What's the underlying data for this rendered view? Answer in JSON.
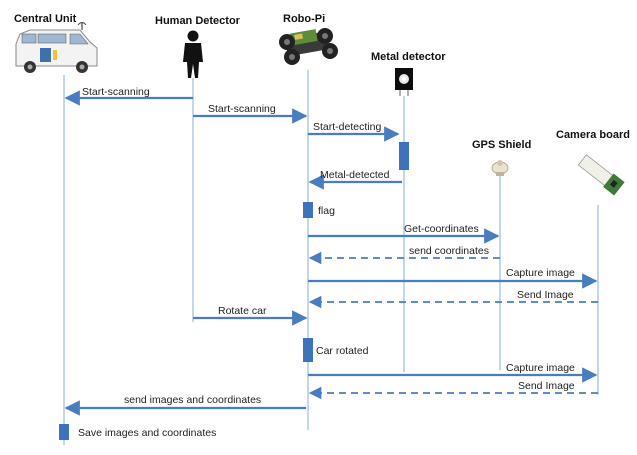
{
  "diagram": {
    "actors": [
      {
        "id": "central",
        "label": "Central Unit",
        "icon": "van-icon"
      },
      {
        "id": "human",
        "label": "Human Detector",
        "icon": "person-icon"
      },
      {
        "id": "robo",
        "label": "Robo-Pi",
        "icon": "robot-car-icon"
      },
      {
        "id": "metal",
        "label": "Metal detector",
        "icon": "metal-sensor-icon"
      },
      {
        "id": "gps",
        "label": "GPS Shield",
        "icon": "gps-icon"
      },
      {
        "id": "camera",
        "label": "Camera board",
        "icon": "camera-board-icon"
      }
    ],
    "messages": [
      {
        "id": "m1",
        "text": "Start-scanning",
        "from": "human",
        "to": "central",
        "style": "solid"
      },
      {
        "id": "m2",
        "text": "Start-scanning",
        "from": "human",
        "to": "robo",
        "style": "solid"
      },
      {
        "id": "m3",
        "text": "Start-detecting",
        "from": "robo",
        "to": "metal",
        "style": "solid"
      },
      {
        "id": "m4",
        "text": "Metal-detected",
        "from": "metal",
        "to": "robo",
        "style": "solid"
      },
      {
        "id": "m5",
        "text": "Get-coordinates",
        "from": "robo",
        "to": "gps",
        "style": "solid"
      },
      {
        "id": "m6",
        "text": "send coordinates",
        "from": "gps",
        "to": "robo",
        "style": "dashed"
      },
      {
        "id": "m7",
        "text": "Capture image",
        "from": "robo",
        "to": "camera",
        "style": "solid"
      },
      {
        "id": "m8",
        "text": "Send Image",
        "from": "camera",
        "to": "robo",
        "style": "dashed"
      },
      {
        "id": "m9",
        "text": "Rotate car",
        "from": "human",
        "to": "robo",
        "style": "solid"
      },
      {
        "id": "m10",
        "text": "Capture image",
        "from": "robo",
        "to": "camera",
        "style": "solid"
      },
      {
        "id": "m11",
        "text": "Send Image",
        "from": "camera",
        "to": "robo",
        "style": "dashed"
      },
      {
        "id": "m12",
        "text": "send images and coordinates",
        "from": "robo",
        "to": "central",
        "style": "solid"
      }
    ],
    "notes": [
      {
        "id": "n1",
        "text": "flag",
        "on": "robo"
      },
      {
        "id": "n2",
        "text": "Car rotated",
        "on": "robo"
      },
      {
        "id": "n3",
        "text": "Save images and coordinates",
        "on": "central"
      }
    ],
    "colors": {
      "arrow": "#4a7cc0",
      "activation": "#3f72bd",
      "lifeline": "#a9c4e6"
    }
  }
}
